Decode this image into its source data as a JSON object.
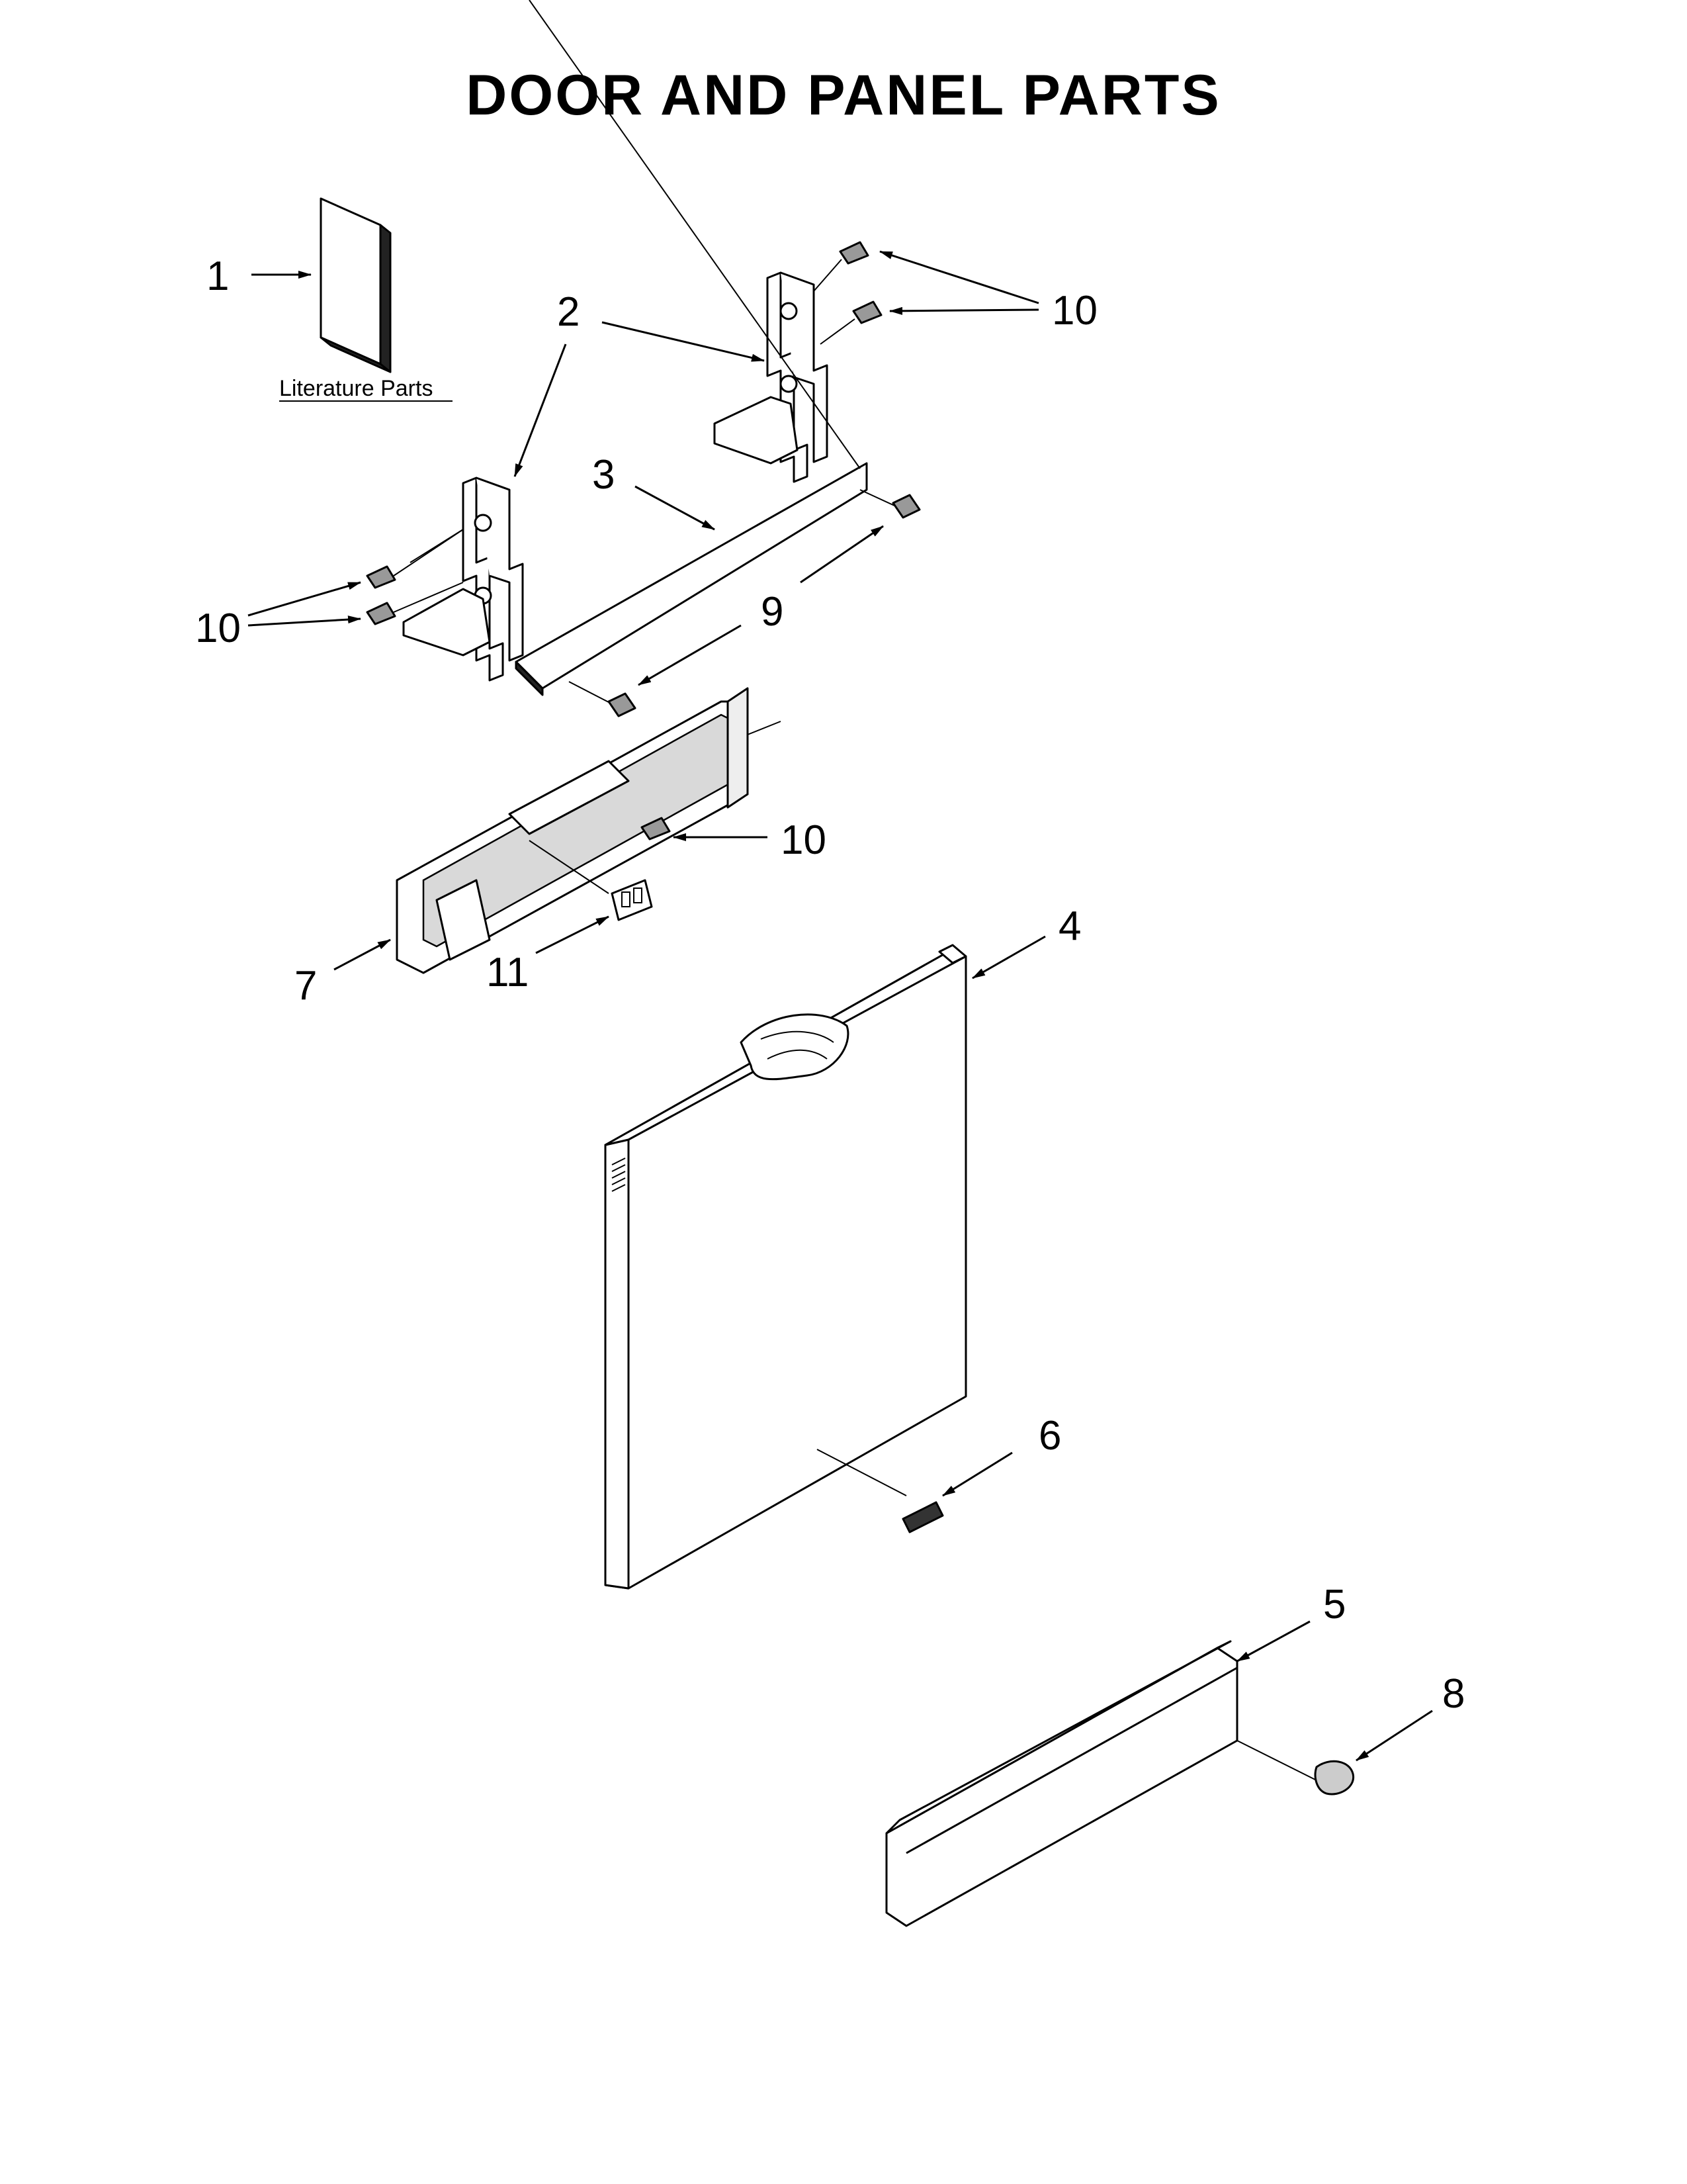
{
  "title": "DOOR AND PANEL PARTS",
  "literature_label": "Literature Parts",
  "callouts": {
    "c1": "1",
    "c2": "2",
    "c3": "3",
    "c4": "4",
    "c5": "5",
    "c6": "6",
    "c7": "7",
    "c8": "8",
    "c9": "9",
    "c10_top": "10",
    "c10_left": "10",
    "c10_mid": "10",
    "c11": "11"
  }
}
